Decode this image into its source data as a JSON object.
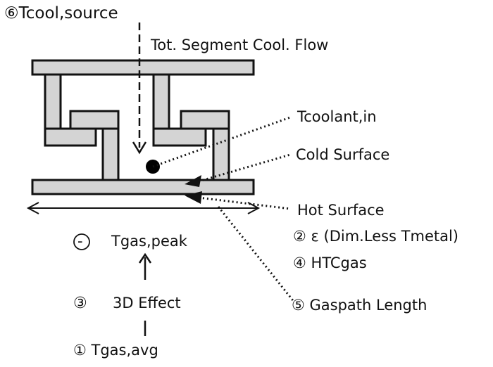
{
  "labels": {
    "tcool_source": "⑥Tcool,source",
    "tot_flow": "Tot. Segment Cool. Flow",
    "tcoolant_in": "Tcoolant,in",
    "cold_surface": "Cold Surface",
    "hot_surface": "Hot Surface",
    "epsilon": "② ε (Dim.Less Tmetal)",
    "htcgas": "④ HTCgas",
    "gaspath_length": "⑤ Gaspath Length",
    "tgas_peak_marker": "-",
    "tgas_peak": "Tgas,peak",
    "effect_num": "③",
    "effect_3d": "3D Effect",
    "tgas_avg": "① Tgas,avg"
  }
}
